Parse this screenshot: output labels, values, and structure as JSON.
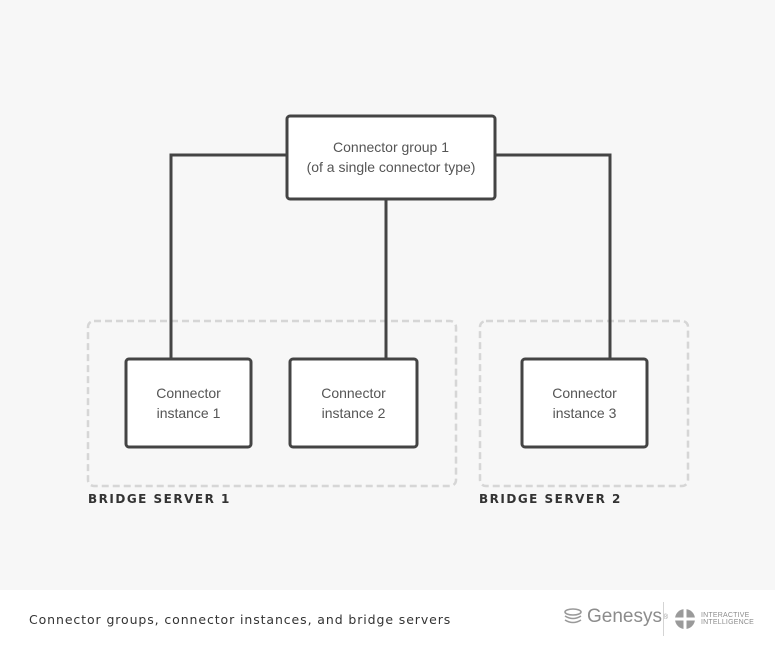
{
  "diagram": {
    "group": {
      "line1": "Connector group 1",
      "line2": "(of a single connector type)"
    },
    "instances": [
      {
        "line1": "Connector",
        "line2": "instance 1"
      },
      {
        "line1": "Connector",
        "line2": "instance 2"
      },
      {
        "line1": "Connector",
        "line2": "instance 3"
      }
    ],
    "servers": [
      {
        "label": "BRIDGE SERVER 1"
      },
      {
        "label": "BRIDGE SERVER 2"
      }
    ]
  },
  "footer": {
    "caption": "Connector groups, connector instances, and bridge servers",
    "genesys_logo": "Genesys",
    "genesys_logo_icon": "genesys-stack-icon",
    "ii_logo_line1": "INTERACTIVE",
    "ii_logo_line2": "INTELLIGENCE",
    "ii_logo_icon": "ii-circle-icon"
  }
}
